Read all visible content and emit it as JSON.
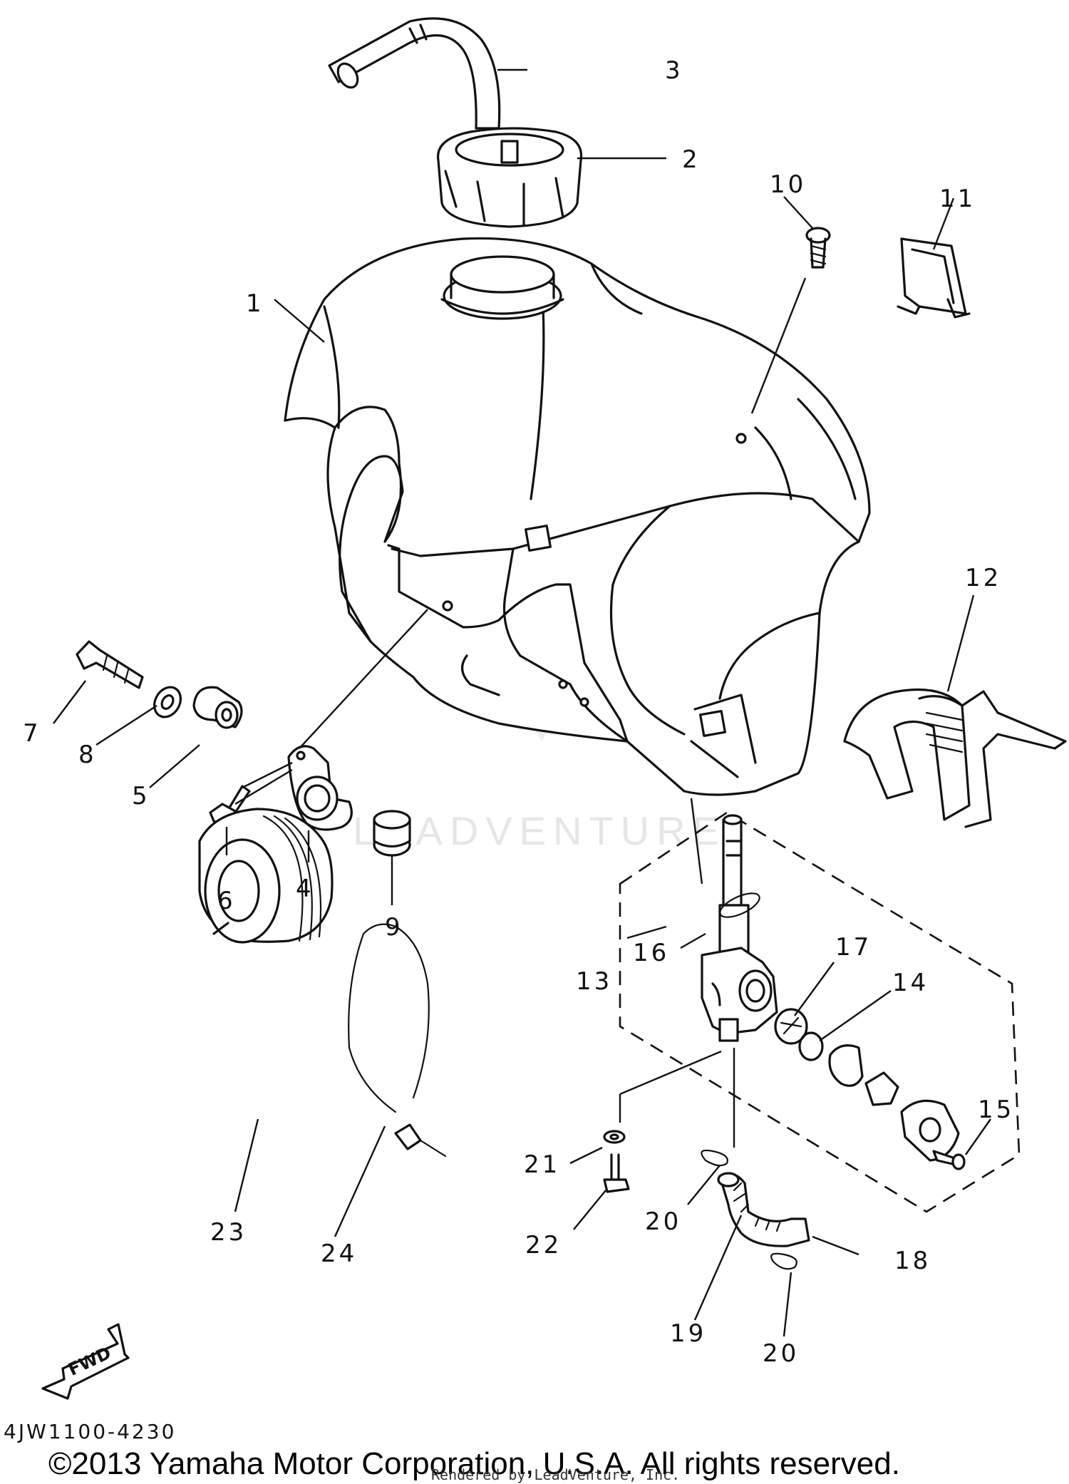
{
  "diagram": {
    "watermark": "LEADVENTURE",
    "direction_marker": "FWD",
    "diagram_code": "4JW1100-4230",
    "copyright": "©2013 Yamaha Motor Corporation, U.S.A. All rights reserved.",
    "rendered_by": "Rendered by LeadVenture, Inc.",
    "callouts": [
      "1",
      "2",
      "3",
      "4",
      "5",
      "6",
      "7",
      "8",
      "9",
      "10",
      "11",
      "12",
      "13",
      "14",
      "15",
      "16",
      "17",
      "18",
      "19",
      "20",
      "21",
      "22",
      "23",
      "24",
      "20"
    ]
  }
}
